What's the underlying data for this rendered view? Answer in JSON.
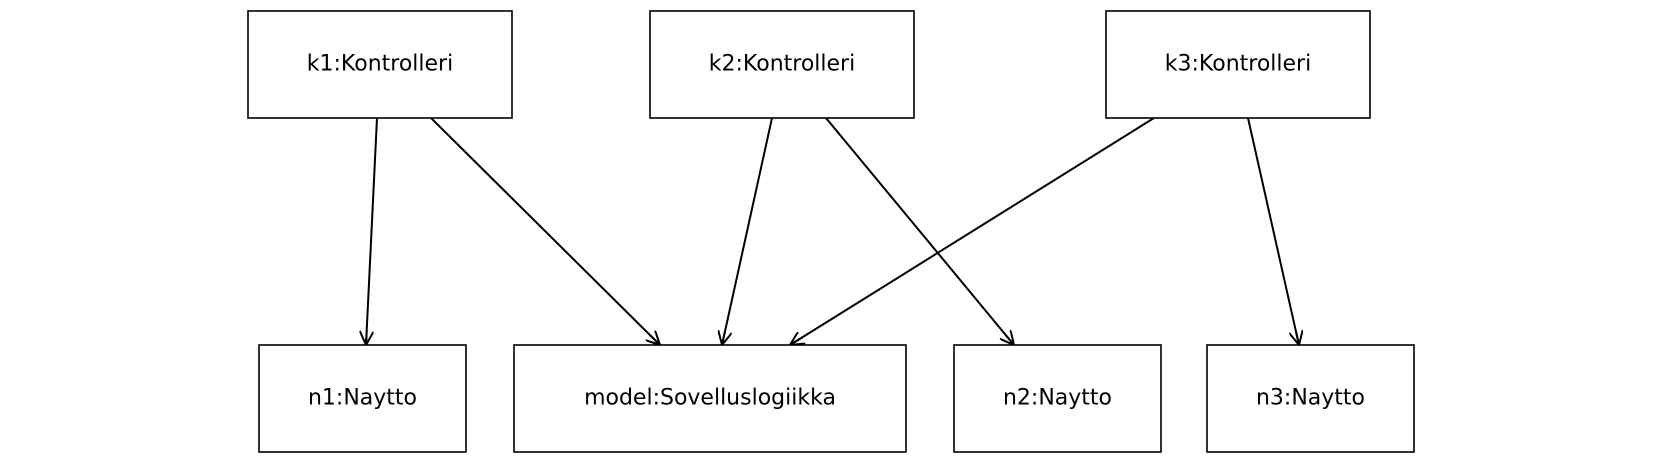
{
  "diagram": {
    "nodes": [
      {
        "id": "k1",
        "label": "k1:Kontrolleri"
      },
      {
        "id": "k2",
        "label": "k2:Kontrolleri"
      },
      {
        "id": "k3",
        "label": "k3:Kontrolleri"
      },
      {
        "id": "n1",
        "label": "n1:Naytto"
      },
      {
        "id": "model",
        "label": "model:Sovelluslogiikka"
      },
      {
        "id": "n2",
        "label": "n2:Naytto"
      },
      {
        "id": "n3",
        "label": "n3:Naytto"
      }
    ],
    "edges": [
      {
        "from": "k1",
        "to": "n1"
      },
      {
        "from": "k1",
        "to": "model"
      },
      {
        "from": "k2",
        "to": "model"
      },
      {
        "from": "k2",
        "to": "n2"
      },
      {
        "from": "k3",
        "to": "model"
      },
      {
        "from": "k3",
        "to": "n3"
      }
    ]
  }
}
